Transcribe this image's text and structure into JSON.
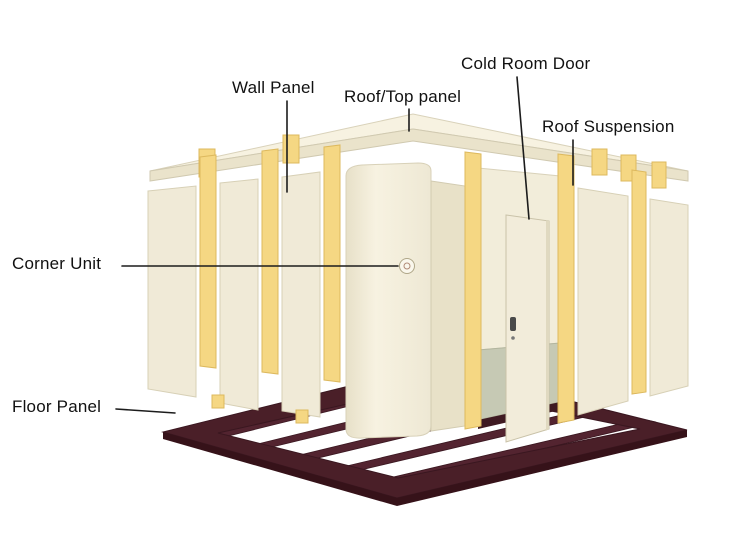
{
  "labels": {
    "wall_panel": "Wall Panel",
    "roof_top_panel": "Roof/Top panel",
    "cold_room_door": "Cold Room Door",
    "roof_suspension": "Roof Suspension",
    "corner_unit": "Corner Unit",
    "floor_panel": "Floor Panel"
  },
  "colors": {
    "background": "#ffffff",
    "panel_cream": "#f0ead7",
    "panel_cream_shadow": "#e8e1c8",
    "connector_yellow": "#f5d783",
    "floor_frame_maroon": "#4a1f28",
    "interior_floor": "#c6c9b4",
    "label_text": "#111111",
    "leader_line": "#1c1c1c"
  }
}
